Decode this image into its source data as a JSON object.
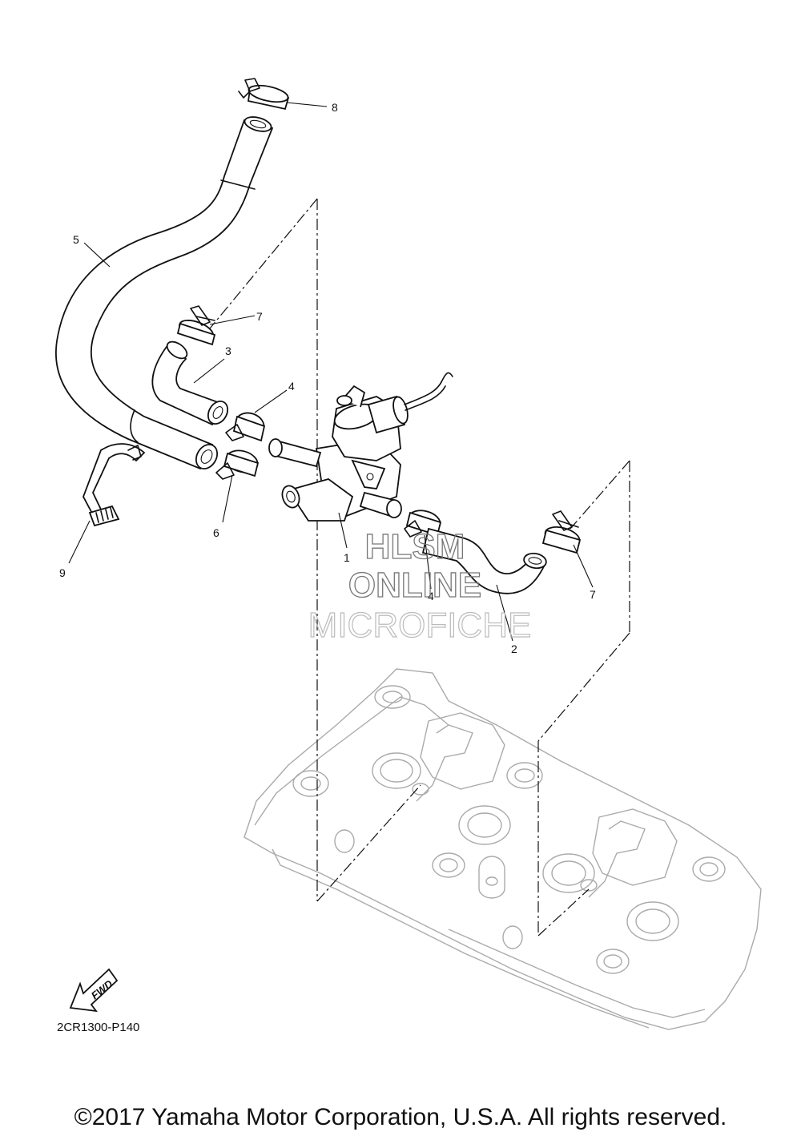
{
  "callouts": [
    {
      "id": "1",
      "label": "1"
    },
    {
      "id": "2",
      "label": "2"
    },
    {
      "id": "3",
      "label": "3"
    },
    {
      "id": "4a",
      "label": "4"
    },
    {
      "id": "4b",
      "label": "4"
    },
    {
      "id": "5",
      "label": "5"
    },
    {
      "id": "6",
      "label": "6"
    },
    {
      "id": "7a",
      "label": "7"
    },
    {
      "id": "7b",
      "label": "7"
    },
    {
      "id": "8",
      "label": "8"
    },
    {
      "id": "9",
      "label": "9"
    }
  ],
  "watermark": {
    "line1": "HLSM",
    "line2": "ONLINE",
    "line3": "MICROFICHE"
  },
  "fwd_badge": "FWD",
  "diagram_code": "2CR1300-P140",
  "copyright": "©2017 Yamaha Motor Corporation, U.S.A. All rights reserved."
}
